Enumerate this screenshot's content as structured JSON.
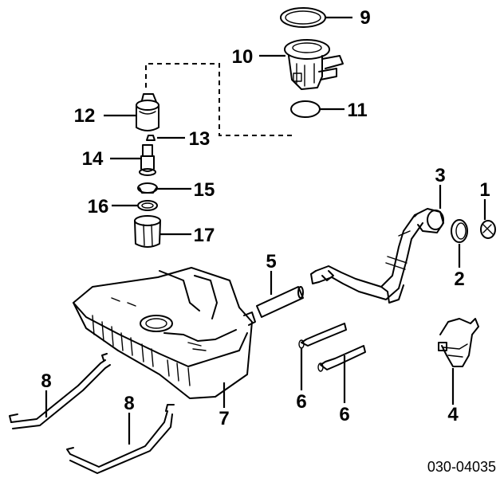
{
  "diagram": {
    "callouts": [
      {
        "id": "c9",
        "label": "9"
      },
      {
        "id": "c10",
        "label": "10"
      },
      {
        "id": "c11",
        "label": "11"
      },
      {
        "id": "c12",
        "label": "12"
      },
      {
        "id": "c13",
        "label": "13"
      },
      {
        "id": "c14",
        "label": "14"
      },
      {
        "id": "c15",
        "label": "15"
      },
      {
        "id": "c16",
        "label": "16"
      },
      {
        "id": "c17",
        "label": "17"
      },
      {
        "id": "c3",
        "label": "3"
      },
      {
        "id": "c1",
        "label": "1"
      },
      {
        "id": "c2",
        "label": "2"
      },
      {
        "id": "c5",
        "label": "5"
      },
      {
        "id": "c7",
        "label": "7"
      },
      {
        "id": "c8a",
        "label": "8"
      },
      {
        "id": "c8b",
        "label": "8"
      },
      {
        "id": "c6a",
        "label": "6"
      },
      {
        "id": "c6b",
        "label": "6"
      },
      {
        "id": "c4",
        "label": "4"
      }
    ],
    "diagram_code": "030-04035"
  }
}
